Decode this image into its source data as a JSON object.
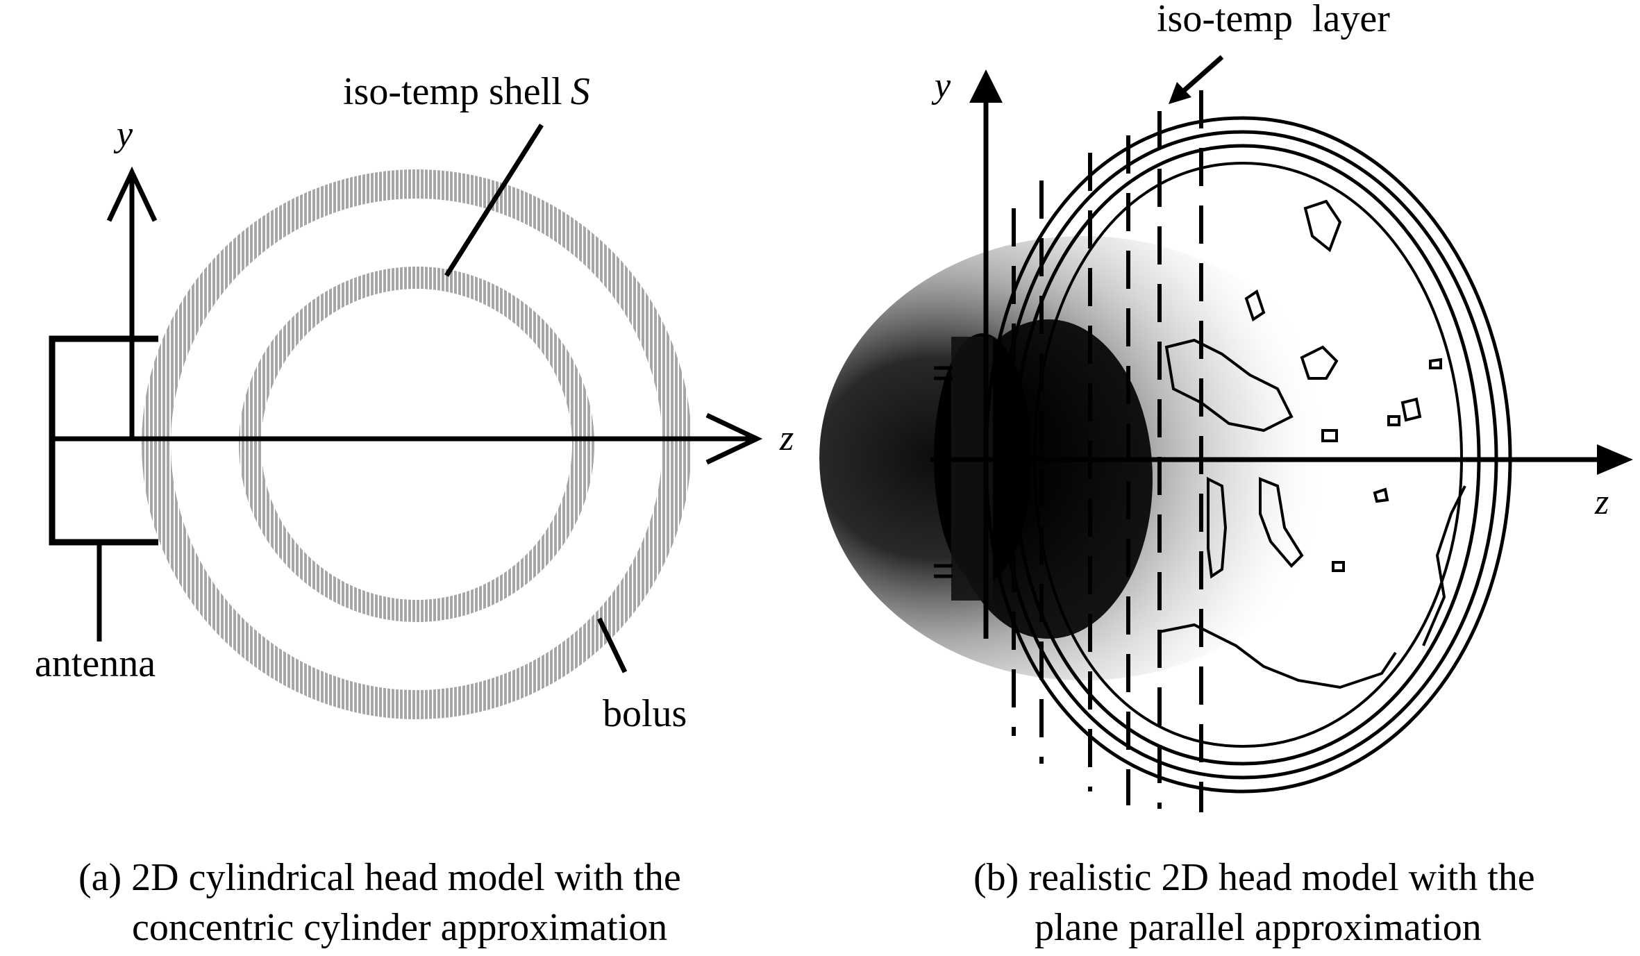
{
  "panel_a": {
    "axis_y": "y",
    "axis_z": "z",
    "label_shell": "iso-temp shell",
    "label_shell_symbol": "S",
    "label_antenna": "antenna",
    "label_bolus": "bolus",
    "caption_line1": "(a) 2D cylindrical head model with the",
    "caption_line2": "concentric cylinder approximation"
  },
  "panel_b": {
    "axis_y": "y",
    "axis_z": "z",
    "label_layer": "iso-temp  layer",
    "caption_line1": "(b) realistic 2D head model with the",
    "caption_line2": "plane parallel approximation"
  },
  "colors": {
    "ink": "#000000",
    "shell_gray": "#a9a9a9",
    "background": "#ffffff"
  }
}
